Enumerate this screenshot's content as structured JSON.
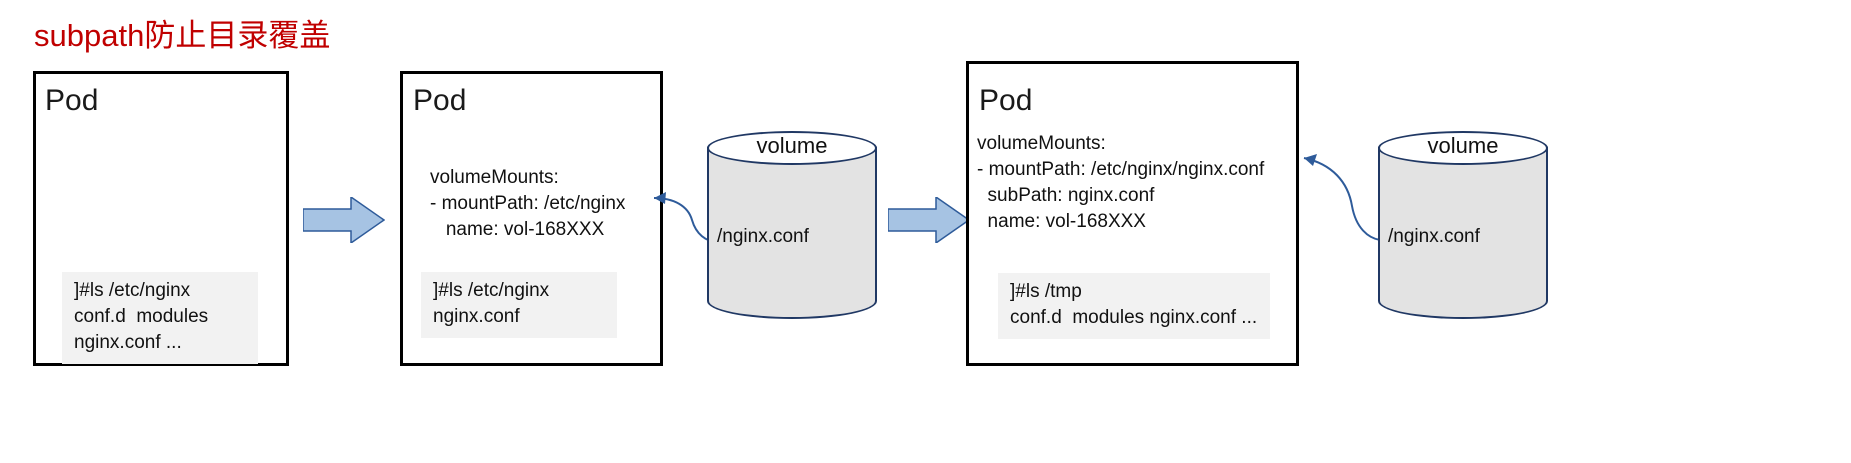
{
  "title": "subpath防止目录覆盖",
  "accent_color": "#C00000",
  "arrow_fill": "#A6C3E3",
  "arrow_stroke": "#2E5B9A",
  "cylinder_stroke": "#203864",
  "cylinder_fill": "#E3E3E3",
  "box_stroke": "#000000",
  "terminal_bg": "#F2F2F2",
  "pods": [
    {
      "id": "pod-1",
      "label": "Pod",
      "spec": "",
      "terminal": "]#ls /etc/nginx\nconf.d  modules\nnginx.conf ..."
    },
    {
      "id": "pod-2",
      "label": "Pod",
      "spec": "volumeMounts:\n- mountPath: /etc/nginx\n   name: vol-168XXX",
      "terminal": "]#ls /etc/nginx\nnginx.conf"
    },
    {
      "id": "pod-3",
      "label": "Pod",
      "spec": "volumeMounts:\n- mountPath: /etc/nginx/nginx.conf\n  subPath: nginx.conf\n  name: vol-168XXX",
      "terminal": "]#ls /tmp\nconf.d  modules nginx.conf ..."
    }
  ],
  "volumes": [
    {
      "id": "volume-1",
      "label": "volume",
      "content": "/nginx.conf"
    },
    {
      "id": "volume-2",
      "label": "volume",
      "content": "/nginx.conf"
    }
  ],
  "arrows": [
    {
      "id": "arrow-1",
      "direction": "right"
    },
    {
      "id": "arrow-2",
      "direction": "right"
    }
  ],
  "connectors": [
    {
      "id": "connector-1",
      "from": "volume-1",
      "to": "pod-2"
    },
    {
      "id": "connector-2",
      "from": "volume-2",
      "to": "pod-3"
    }
  ]
}
